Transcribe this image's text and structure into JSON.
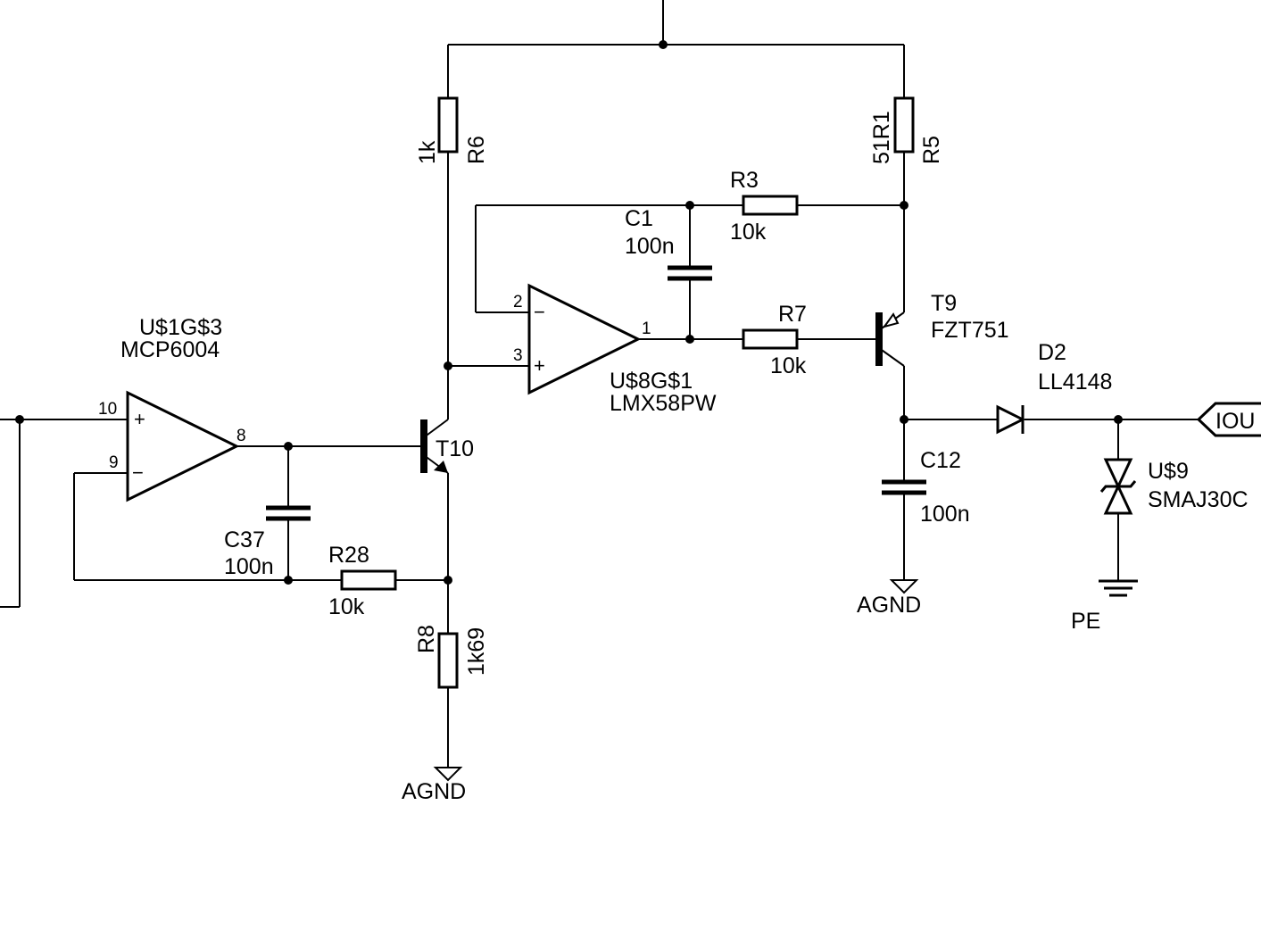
{
  "schematic": {
    "opamps": [
      {
        "name": "U$1G$3",
        "value": "MCP6004",
        "pin_plus": "10",
        "pin_minus": "9",
        "pin_out": "8"
      },
      {
        "name": "U$8G$1",
        "value": "LMX58PW",
        "pin_minus": "2",
        "pin_plus": "3",
        "pin_out": "1"
      }
    ],
    "transistors": [
      {
        "name": "T10",
        "value": ""
      },
      {
        "name": "T9",
        "value": "FZT751"
      }
    ],
    "resistors": [
      {
        "name": "R6",
        "value": "1k"
      },
      {
        "name": "R5",
        "value": "51R1"
      },
      {
        "name": "R3",
        "value": "10k"
      },
      {
        "name": "R7",
        "value": "10k"
      },
      {
        "name": "R28",
        "value": "10k"
      },
      {
        "name": "R8",
        "value": "1k69"
      }
    ],
    "capacitors": [
      {
        "name": "C1",
        "value": "100n"
      },
      {
        "name": "C37",
        "value": "100n"
      },
      {
        "name": "C12",
        "value": "100n"
      }
    ],
    "diodes": [
      {
        "name": "D2",
        "value": "LL4148"
      }
    ],
    "tvs": {
      "name": "U$9",
      "value": "SMAJ30C"
    },
    "grounds": {
      "agnd_1": "AGND",
      "agnd_2": "AGND",
      "pe": "PE"
    },
    "port": {
      "label": "IOU"
    },
    "signs": {
      "plus": "+",
      "minus": "−"
    }
  }
}
